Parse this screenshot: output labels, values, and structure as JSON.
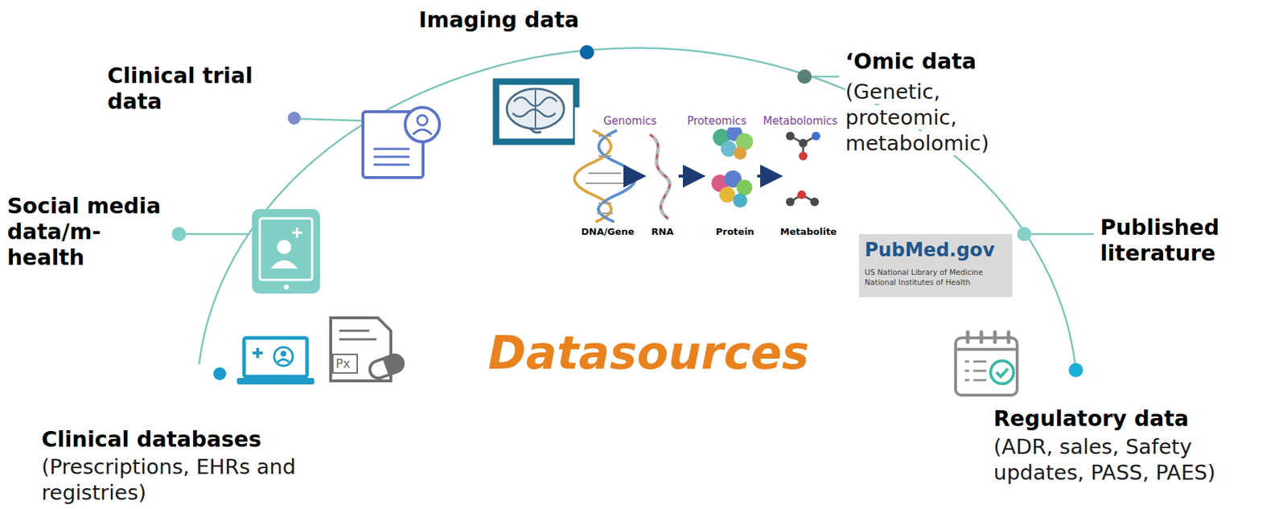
{
  "diagram": {
    "title": "Datasources",
    "labels": [
      "Clinical trial data",
      "Imaging data",
      "‘Omic data",
      "(Genetic, proteomic, metabolomic)",
      "Genomics",
      "Proteomics",
      "Metabolomics",
      "DNA/Gene",
      "RNA",
      "Protein",
      "Metabolite",
      "Social media data/m-health",
      "PubMed.gov",
      "US National Library of Medicine",
      "National Institutes of Health",
      "Published literature",
      "Px",
      "Clinical databases",
      "(Prescriptions, EHRs and registries)",
      "Regulatory data",
      "(ADR, sales, Safety updates, PASS, PAES)"
    ]
  }
}
